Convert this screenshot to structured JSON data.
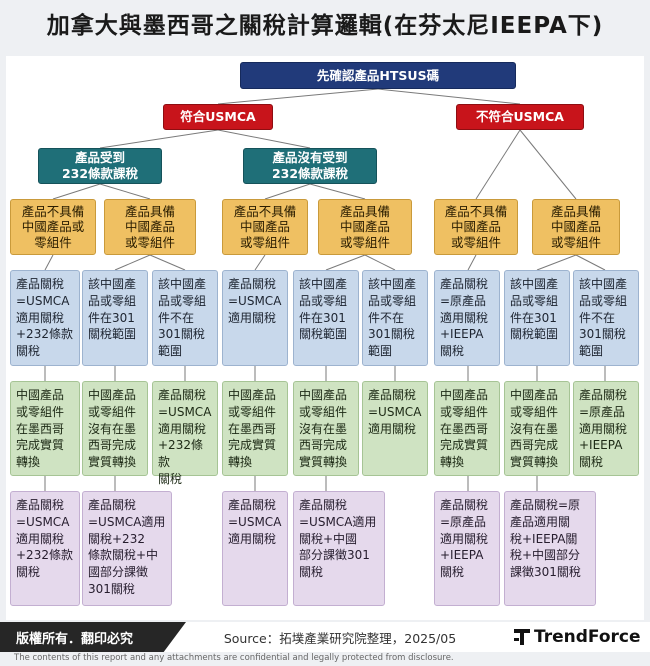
{
  "title": "加拿大與墨西哥之關稅計算邏輯(在芬太尼IEEPA下)",
  "nodes": {
    "root": "先確認產品HTSUS碼",
    "usmca_yes": "符合USMCA",
    "usmca_no": "不符合USMCA",
    "s232_yes": "產品受到\n232條款課稅",
    "s232_no": "產品沒有受到\n232條款課稅",
    "c1": "產品不具備\n中國產品或\n零組件",
    "c2": "產品具備\n中國產品\n或零組件",
    "c3": "產品不具備\n中國產品\n或零組件",
    "c4": "產品具備\n中國產品\n或零組件",
    "c5": "產品不具備\n中國產品\n或零組件",
    "c6": "產品具備\n中國產品\n或零組件",
    "b1": "產品關稅\n=USMCA\n適用關稅\n+232條款\n關稅",
    "b2": "該中國產\n品或零組\n件在301\n關稅範圍",
    "b3": "該中國產\n品或零組\n件不在\n301關稅\n範圍",
    "b4": "產品關稅\n=USMCA\n適用關稅",
    "b5": "該中國產\n品或零組\n件在301\n關稅範圍",
    "b6": "該中國產\n品或零組\n件不在\n301關稅\n範圍",
    "b7": "產品關稅\n=原產品\n適用關稅\n+IEEPA\n關稅",
    "b8": "該中國產\n品或零組\n件在301\n關稅範圍",
    "b9": "該中國產\n品或零組\n件不在\n301關稅\n範圍",
    "g1": "中國產品\n或零組件\n在墨西哥\n完成實質\n轉換",
    "g2": "中國產品\n或零組件\n沒有在墨\n西哥完成\n實質轉換",
    "g3": "產品關稅\n=USMCA\n適用關稅\n+232條款\n關稅",
    "g4": "中國產品\n或零組件\n在墨西哥\n完成實質\n轉換",
    "g5": "中國產品\n或零組件\n沒有在墨\n西哥完成\n實質轉換",
    "g6": "產品關稅\n=USMCA\n適用關稅",
    "g7": "中國產品\n或零組件\n在墨西哥\n完成實質\n轉換",
    "g8": "中國產品\n或零組件\n沒有在墨\n西哥完成\n實質轉換",
    "g9": "產品關稅\n=原產品\n適用關稅\n+IEEPA\n關稅",
    "p1": "產品關稅\n=USMCA\n適用關稅\n+232條款\n關稅",
    "p2": "產品關稅\n=USMCA適用\n關稅+232\n條款關稅+中\n國部分課徵\n301關稅",
    "p3": "產品關稅\n=USMCA\n適用關稅",
    "p4": "產品關稅\n=USMCA適用\n關稅+中國\n部分課徵301\n關稅",
    "p5": "產品關稅\n=原產品\n適用關稅\n+IEEPA\n關稅",
    "p6": "產品關稅=原\n產品適用關\n稅+IEEPA關\n稅+中國部分\n課徵301關稅"
  },
  "footer": {
    "copyright": "版權所有．翻印必究",
    "source": "Source：拓墣產業研究院整理，2025/05",
    "brand": "TrendForce",
    "disclaimer": "The contents of this report and any attachments are confidential and legally protected from disclosure."
  },
  "colors": {
    "root": "#213a7a",
    "red": "#c8141b",
    "teal": "#1f6f78",
    "gold": "#efc062",
    "blue": "#c8d8eb",
    "green": "#cfe3c2",
    "purple": "#e5d9ec"
  }
}
